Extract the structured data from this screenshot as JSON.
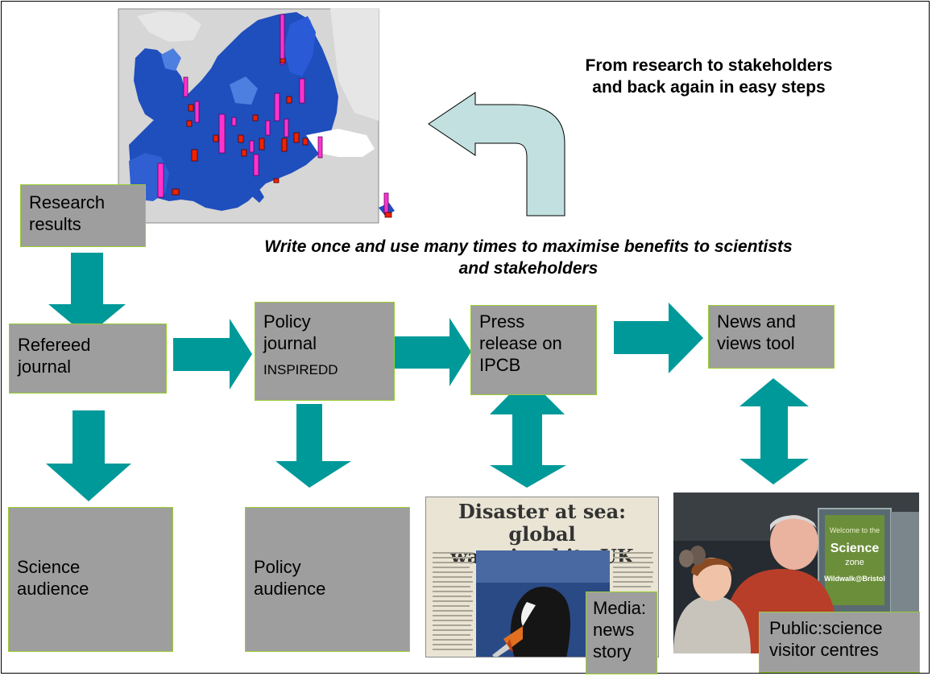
{
  "header": {
    "line1": "From research to stakeholders",
    "line2": "and back again in easy steps"
  },
  "tagline": {
    "line1": "Write once and use many times to maximise benefits to scientists",
    "line2": "and stakeholders"
  },
  "boxes": {
    "research": {
      "line1": "Research",
      "line2": "results"
    },
    "refereed": {
      "line1": "Refereed",
      "line2": "journal"
    },
    "policy_journal": {
      "line1": "Policy",
      "line2": "journal",
      "line3": "INSPIREDD"
    },
    "press": {
      "line1": "Press",
      "line2": "release on",
      "line3": "IPCB"
    },
    "news": {
      "line1": "News and",
      "line2": "views tool"
    },
    "science_audience": {
      "line1": "Science",
      "line2": "audience"
    },
    "policy_audience": {
      "line1": "Policy",
      "line2": "audience"
    },
    "media": {
      "line1": "Media:",
      "line2": "news",
      "line3": "story"
    },
    "public": {
      "line1": "Public:science",
      "line2": "visitor centres"
    }
  },
  "newspaper": {
    "headline_line1": "Disaster at sea: global",
    "headline_line2": "warming hits UK birds"
  },
  "visitor_sign": {
    "line1": "Welcome to the",
    "line2": "Science",
    "line3": "zone",
    "line4": "Wildwalk@Bristol"
  },
  "colors": {
    "arrow_teal": "#009999",
    "curved_arrow_fill": "#c2e0e0",
    "box_gray": "#9e9e9e",
    "map_dark_blue": "#1f4ebd",
    "map_light_blue": "#4d7fe0",
    "bar_magenta": "#ff33cc",
    "bar_red": "#ee2200"
  }
}
